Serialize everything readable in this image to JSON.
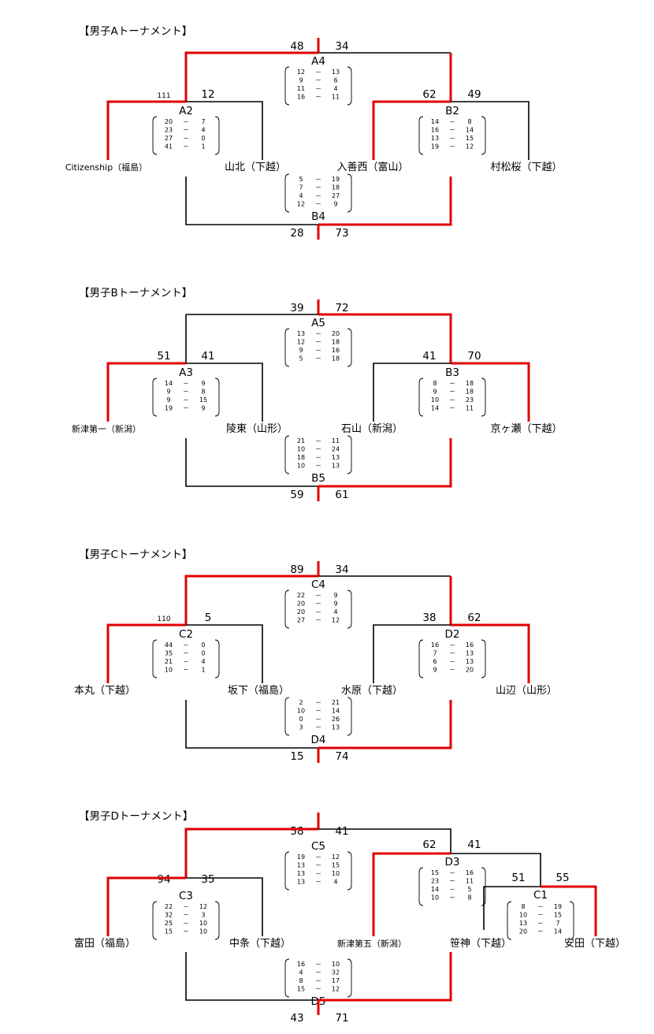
{
  "colors": {
    "winner_line": "#e00000",
    "bracket_line": "#000000"
  },
  "sections": [
    {
      "title": "【男子Aトーナメント】",
      "final_top": {
        "label": "A4",
        "left_score": "48",
        "right_score": "34",
        "quarters": [
          [
            "12",
            "13"
          ],
          [
            "9",
            "6"
          ],
          [
            "11",
            "4"
          ],
          [
            "16",
            "11"
          ]
        ]
      },
      "final_bottom": {
        "label": "B4",
        "left_score": "28",
        "right_score": "73",
        "quarters": [
          [
            "5",
            "19"
          ],
          [
            "7",
            "18"
          ],
          [
            "4",
            "27"
          ],
          [
            "12",
            "9"
          ]
        ]
      },
      "semi_left": {
        "label": "A2",
        "left_score": "111",
        "right_score": "12",
        "quarters": [
          [
            "20",
            "7"
          ],
          [
            "23",
            "4"
          ],
          [
            "27",
            "0"
          ],
          [
            "41",
            "1"
          ]
        ]
      },
      "semi_right": {
        "label": "B2",
        "left_score": "62",
        "right_score": "49",
        "quarters": [
          [
            "14",
            "8"
          ],
          [
            "16",
            "14"
          ],
          [
            "13",
            "15"
          ],
          [
            "19",
            "12"
          ]
        ]
      },
      "teams": [
        "Citizenship（福島）",
        "山北（下越）",
        "入善西（富山）",
        "村松桜（下越）"
      ]
    },
    {
      "title": "【男子Bトーナメント】",
      "final_top": {
        "label": "A5",
        "left_score": "39",
        "right_score": "72",
        "quarters": [
          [
            "13",
            "20"
          ],
          [
            "12",
            "18"
          ],
          [
            "9",
            "16"
          ],
          [
            "5",
            "18"
          ]
        ]
      },
      "final_bottom": {
        "label": "B5",
        "left_score": "59",
        "right_score": "61",
        "quarters": [
          [
            "21",
            "11"
          ],
          [
            "10",
            "24"
          ],
          [
            "18",
            "13"
          ],
          [
            "10",
            "13"
          ]
        ]
      },
      "semi_left": {
        "label": "A3",
        "left_score": "51",
        "right_score": "41",
        "quarters": [
          [
            "14",
            "9"
          ],
          [
            "9",
            "8"
          ],
          [
            "9",
            "15"
          ],
          [
            "19",
            "9"
          ]
        ]
      },
      "semi_right": {
        "label": "B3",
        "left_score": "41",
        "right_score": "70",
        "quarters": [
          [
            "8",
            "18"
          ],
          [
            "9",
            "18"
          ],
          [
            "10",
            "23"
          ],
          [
            "14",
            "11"
          ]
        ]
      },
      "teams": [
        "新津第一（新潟）",
        "陵東（山形）",
        "石山（新潟）",
        "京ヶ瀬（下越）"
      ]
    },
    {
      "title": "【男子Cトーナメント】",
      "final_top": {
        "label": "C4",
        "left_score": "89",
        "right_score": "34",
        "quarters": [
          [
            "22",
            "9"
          ],
          [
            "20",
            "9"
          ],
          [
            "20",
            "4"
          ],
          [
            "27",
            "12"
          ]
        ]
      },
      "final_bottom": {
        "label": "D4",
        "left_score": "15",
        "right_score": "74",
        "quarters": [
          [
            "2",
            "21"
          ],
          [
            "10",
            "14"
          ],
          [
            "0",
            "26"
          ],
          [
            "3",
            "13"
          ]
        ]
      },
      "semi_left": {
        "label": "C2",
        "left_score": "110",
        "right_score": "5",
        "quarters": [
          [
            "44",
            "0"
          ],
          [
            "35",
            "0"
          ],
          [
            "21",
            "4"
          ],
          [
            "10",
            "1"
          ]
        ]
      },
      "semi_right": {
        "label": "D2",
        "left_score": "38",
        "right_score": "62",
        "quarters": [
          [
            "16",
            "16"
          ],
          [
            "7",
            "13"
          ],
          [
            "6",
            "13"
          ],
          [
            "9",
            "20"
          ]
        ]
      },
      "teams": [
        "本丸（下越）",
        "坂下（福島）",
        "水原（下越）",
        "山辺（山形）"
      ]
    },
    {
      "title": "【男子Dトーナメント】",
      "final_top": {
        "label": "C5",
        "left_score": "58",
        "right_score": "41",
        "quarters": [
          [
            "19",
            "12"
          ],
          [
            "13",
            "15"
          ],
          [
            "13",
            "10"
          ],
          [
            "13",
            "4"
          ]
        ]
      },
      "final_bottom": {
        "label": "D5",
        "left_score": "43",
        "right_score": "71",
        "quarters": [
          [
            "16",
            "10"
          ],
          [
            "4",
            "32"
          ],
          [
            "8",
            "17"
          ],
          [
            "15",
            "12"
          ]
        ]
      },
      "semi_left": {
        "label": "C3",
        "left_score": "94",
        "right_score": "35",
        "quarters": [
          [
            "22",
            "12"
          ],
          [
            "32",
            "3"
          ],
          [
            "25",
            "10"
          ],
          [
            "15",
            "10"
          ]
        ]
      },
      "semi_right": {
        "label": "D3",
        "left_score": "62",
        "right_score": "41",
        "quarters": [
          [
            "15",
            "16"
          ],
          [
            "23",
            "11"
          ],
          [
            "14",
            "5"
          ],
          [
            "10",
            "8"
          ]
        ]
      },
      "first_round": {
        "label": "C1",
        "left_score": "51",
        "right_score": "55",
        "quarters": [
          [
            "8",
            "19"
          ],
          [
            "10",
            "15"
          ],
          [
            "13",
            "7"
          ],
          [
            "20",
            "14"
          ]
        ]
      },
      "teams": [
        "富田（福島）",
        "中条（下越）",
        "新津第五（新潟）",
        "笹神（下越）",
        "安田（下越）"
      ]
    }
  ]
}
